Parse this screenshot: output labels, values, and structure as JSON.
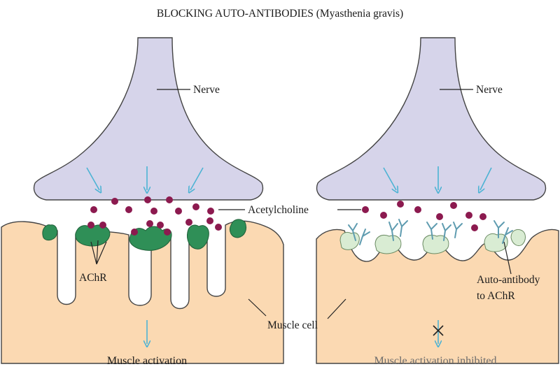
{
  "title": "BLOCKING AUTO-ANTIBODIES (Myasthenia gravis)",
  "labels": {
    "nerve_left": "Nerve",
    "nerve_right": "Nerve",
    "acetylcholine": "Acetylcholine",
    "achr": "AChR",
    "auto_antibody_line1": "Auto-antibody",
    "auto_antibody_line2": "to AChR",
    "muscle_cell": "Muscle cell",
    "muscle_activation": "Muscle activation",
    "muscle_activation_inhibited": "Muscle activation inhibited"
  },
  "colors": {
    "nerve_fill": "#d6d4ea",
    "muscle_fill": "#fbd9b2",
    "receptor_active": "#2f8f57",
    "receptor_blocked": "#d9ecd3",
    "antibody": "#5f9cb0",
    "acetylcholine": "#8c1a4f",
    "arrow": "#4db3d4"
  }
}
